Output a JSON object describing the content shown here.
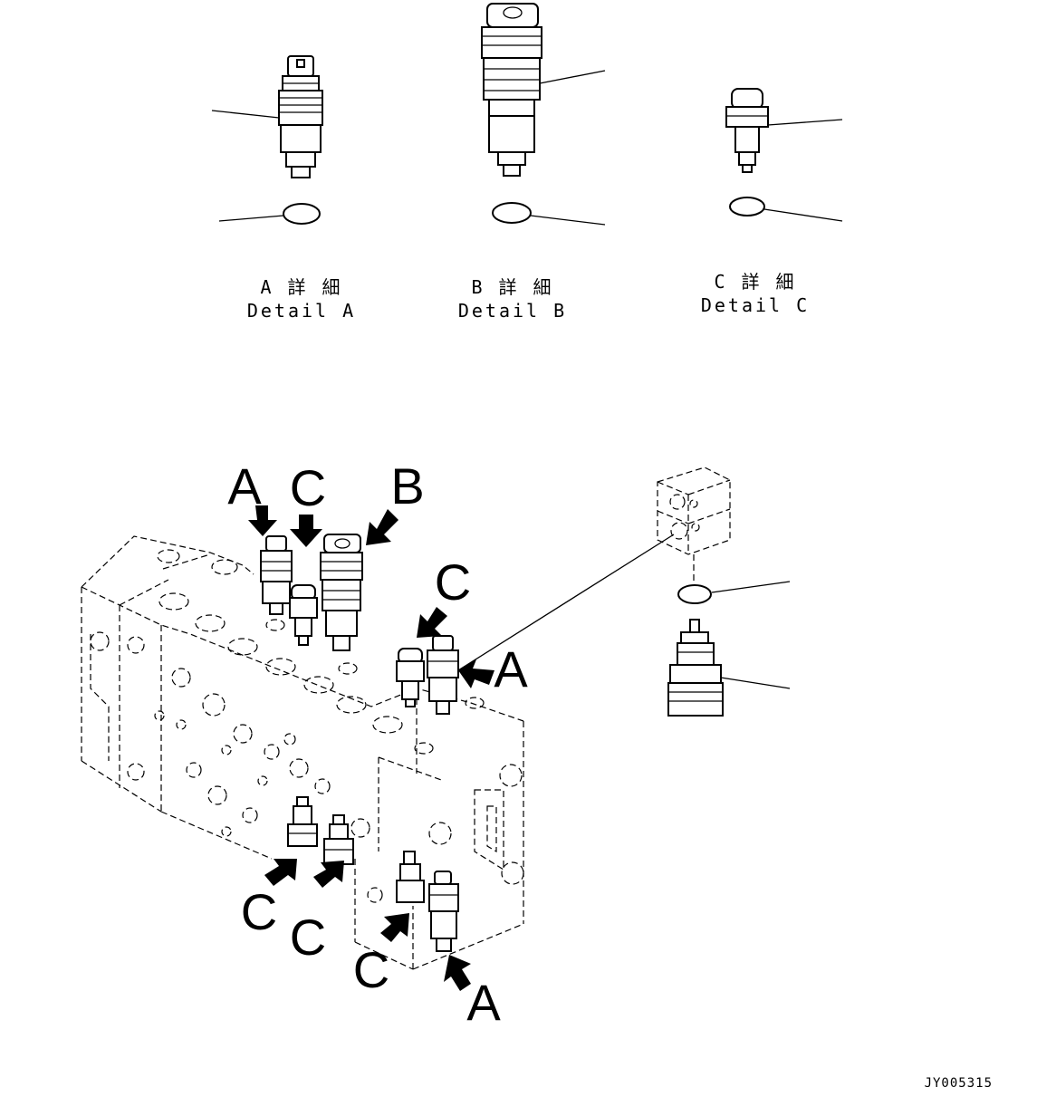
{
  "details": [
    {
      "jp": "A 詳 細",
      "en": "Detail A"
    },
    {
      "jp": "B 詳 細",
      "en": "Detail B"
    },
    {
      "jp": "C 詳 細",
      "en": "Detail C"
    }
  ],
  "callouts": {
    "top_a": "A",
    "top_c": "C",
    "top_b": "B",
    "mid_c": "C",
    "mid_a": "A",
    "low_c1": "C",
    "low_c2": "C",
    "low_c3": "C",
    "low_a": "A"
  },
  "drawing_code": "JY005315"
}
